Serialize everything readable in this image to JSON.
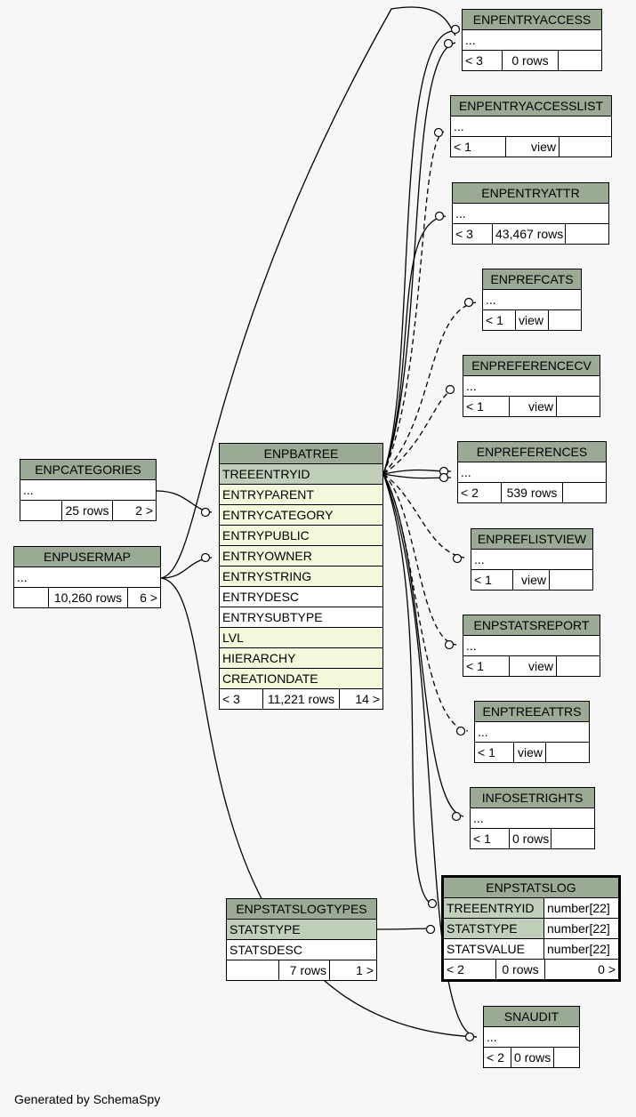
{
  "credit": "Generated by SchemaSpy",
  "tables": {
    "enpentryaccess": {
      "name": "ENPENTRYACCESS",
      "cols": [
        "..."
      ],
      "parents": "< 3",
      "rows": "0 rows",
      "children": ""
    },
    "enpentryaccesslist": {
      "name": "ENPENTRYACCESSLIST",
      "cols": [
        "..."
      ],
      "parents": "< 1",
      "rows": "view",
      "children": ""
    },
    "enpentryattr": {
      "name": "ENPENTRYATTR",
      "cols": [
        "..."
      ],
      "parents": "< 3",
      "rows": "43,467 rows",
      "children": ""
    },
    "enprefcats": {
      "name": "ENPREFCATS",
      "cols": [
        "..."
      ],
      "parents": "< 1",
      "rows": "view",
      "children": ""
    },
    "enpreferencecv": {
      "name": "ENPREFERENCECV",
      "cols": [
        "..."
      ],
      "parents": "< 1",
      "rows": "view",
      "children": ""
    },
    "enpreferences": {
      "name": "ENPREFERENCES",
      "cols": [
        "..."
      ],
      "parents": "< 2",
      "rows": "539 rows",
      "children": ""
    },
    "enpreflistview": {
      "name": "ENPREFLISTVIEW",
      "cols": [
        "..."
      ],
      "parents": "< 1",
      "rows": "view",
      "children": ""
    },
    "enpstatsreport": {
      "name": "ENPSTATSREPORT",
      "cols": [
        "..."
      ],
      "parents": "< 1",
      "rows": "view",
      "children": ""
    },
    "enptreeattrs": {
      "name": "ENPTREEATTRS",
      "cols": [
        "..."
      ],
      "parents": "< 1",
      "rows": "view",
      "children": ""
    },
    "infosetrights": {
      "name": "INFOSETRIGHTS",
      "cols": [
        "..."
      ],
      "parents": "< 1",
      "rows": "0 rows",
      "children": ""
    },
    "enpstatslog": {
      "name": "ENPSTATSLOG",
      "cols": [
        {
          "n": "TREEENTRYID",
          "t": "number[22]"
        },
        {
          "n": "STATSTYPE",
          "t": "number[22]"
        },
        {
          "n": "STATSVALUE",
          "t": "number[22]"
        }
      ],
      "parents": "< 2",
      "rows": "0 rows",
      "children": "0 >"
    },
    "snaudit": {
      "name": "SNAUDIT",
      "cols": [
        "..."
      ],
      "parents": "< 2",
      "rows": "0 rows",
      "children": ""
    },
    "enpcategories": {
      "name": "ENPCATEGORIES",
      "cols": [
        "..."
      ],
      "parents": "",
      "rows": "25 rows",
      "children": "2 >"
    },
    "enpusermap": {
      "name": "ENPUSERMAP",
      "cols": [
        "..."
      ],
      "parents": "",
      "rows": "10,260 rows",
      "children": "6 >"
    },
    "enpbatree": {
      "name": "ENPBATREE",
      "cols": [
        "TREEENTRYID",
        "ENTRYPARENT",
        "ENTRYCATEGORY",
        "ENTRYPUBLIC",
        "ENTRYOWNER",
        "ENTRYSTRING",
        "ENTRYDESC",
        "ENTRYSUBTYPE",
        "LVL",
        "HIERARCHY",
        "CREATIONDATE"
      ],
      "parents": "< 3",
      "rows": "11,221 rows",
      "children": "14 >"
    },
    "enpstatslogtypes": {
      "name": "ENPSTATSLOGTYPES",
      "cols": [
        "STATSTYPE",
        "STATSDESC"
      ],
      "parents": "",
      "rows": "7 rows",
      "children": "1 >"
    }
  },
  "colors": {
    "header": "#9aaa95",
    "pk": "#bfcfba",
    "fk": "#f4f7da",
    "background": "#f7f7f7"
  }
}
